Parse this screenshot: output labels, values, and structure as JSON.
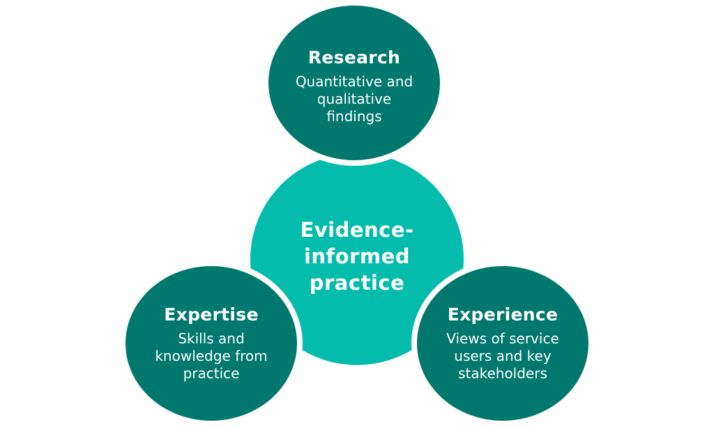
{
  "colors": {
    "dark_teal": "#00786d",
    "light_teal": "#03bcac",
    "text_on_teal": "#ffffff",
    "background": "#ffffff"
  },
  "center": {
    "title_lines": [
      "Evidence-",
      "informed",
      "practice"
    ]
  },
  "nodes": [
    {
      "id": "research",
      "title": "Research",
      "body_lines": [
        "Quantitative and",
        "qualitative",
        "findings"
      ]
    },
    {
      "id": "expertise",
      "title": "Expertise",
      "body_lines": [
        "Skills and",
        "knowledge from",
        "practice"
      ]
    },
    {
      "id": "experience",
      "title": "Experience",
      "body_lines": [
        "Views of service",
        "users and key",
        "stakeholders"
      ]
    }
  ]
}
